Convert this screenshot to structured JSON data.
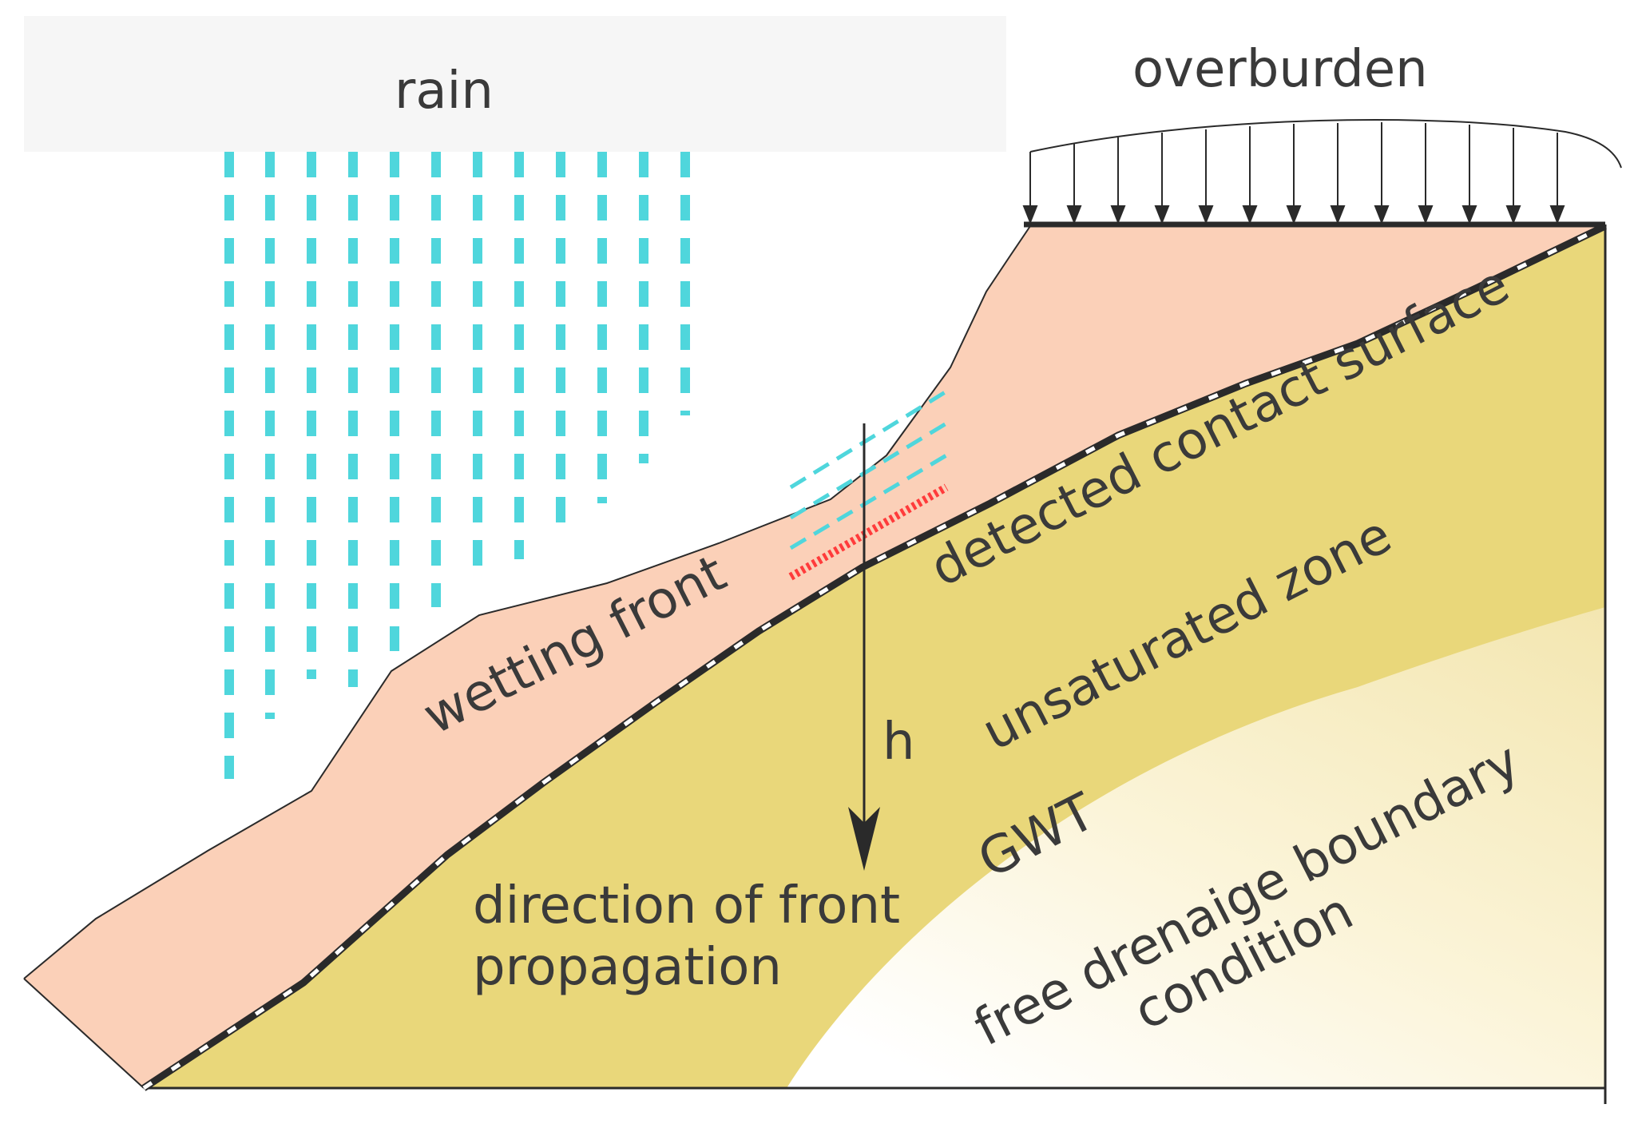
{
  "labels": {
    "rain": "rain",
    "overburden": "overburden",
    "wetting_front": "wetting front",
    "detected_contact_surface": "detected contact surface",
    "unsaturated_zone": "unsaturated zone",
    "h": "h",
    "gwt": "GWT",
    "direction_line1": "direction of front",
    "direction_line2": "propagation",
    "free_drainage_line1": "free drenaige boundary",
    "free_drainage_line2": "condition"
  },
  "colors": {
    "sky_band": "#f6f6f6",
    "rain": "#4fd6dc",
    "wetted_layer": "#fbd0b8",
    "unsaturated_soil": "#e9d77a",
    "saturated_soil_light": "#fbf5dc",
    "contact_line": "#2a2a2a",
    "red_marker": "#ff3b3b",
    "ink": "#3a3a3a"
  }
}
